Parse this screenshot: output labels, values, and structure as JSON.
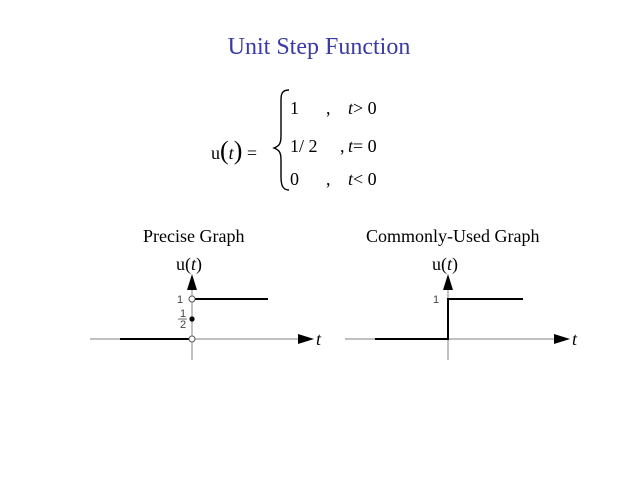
{
  "title": "Unit Step Function",
  "equation": {
    "lhs_func": "u",
    "lhs_var": "t",
    "lhs_rest": " =",
    "cases": [
      {
        "value": "1",
        "comma": ",",
        "cond_var": "t",
        "cond_rest": " > 0"
      },
      {
        "value": "1/ 2",
        "comma": ",",
        "cond_var": "t",
        "cond_rest": " = 0"
      },
      {
        "value": "0",
        "comma": ",",
        "cond_var": "t",
        "cond_rest": " < 0"
      }
    ]
  },
  "graphs": [
    {
      "label": "Precise Graph",
      "y_axis_label": "u(t)",
      "x_axis_label": "t",
      "tick_one": "1",
      "tick_half_num": "1",
      "tick_half_den": "2"
    },
    {
      "label": "Commonly-Used Graph",
      "y_axis_label": "u(t)",
      "x_axis_label": "t",
      "tick_one": "1"
    }
  ],
  "colors": {
    "title": "#3a3aa6",
    "axis": "#9a9a9a",
    "function": "#000000"
  }
}
